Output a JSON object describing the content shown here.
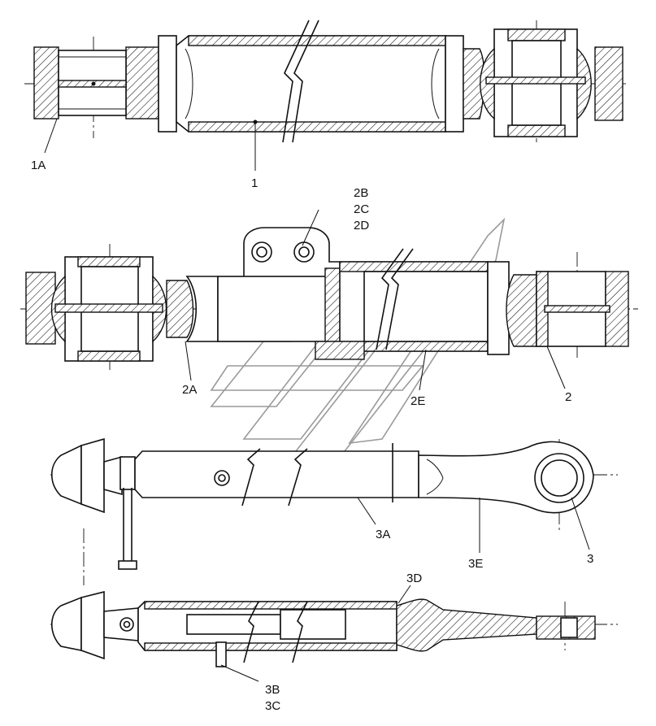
{
  "labels": {
    "l1A": "1A",
    "l1": "1",
    "l2B": "2B",
    "l2C": "2C",
    "l2D": "2D",
    "l2A": "2A",
    "l2E": "2E",
    "l2": "2",
    "l3A": "3A",
    "l3E": "3E",
    "l3": "3",
    "l3D": "3D",
    "l3B": "3B",
    "l3C": "3C"
  }
}
